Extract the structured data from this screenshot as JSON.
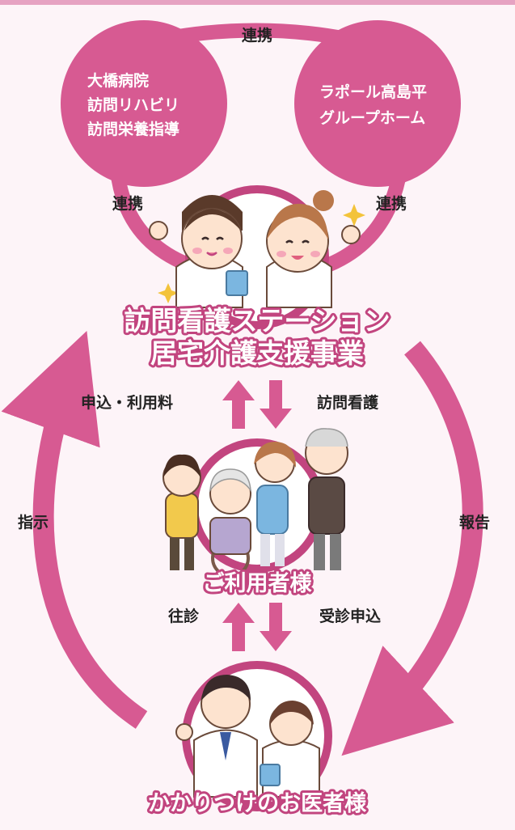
{
  "colors": {
    "primary": "#d75a92",
    "dark": "#c2457f",
    "background": "#fdf4f8",
    "sparkle": "#f3c33b"
  },
  "partners": {
    "hospital_lines": [
      "大橋病院",
      "訪問リハビリ",
      "訪問栄養指導"
    ],
    "grouphome_lines": [
      "ラポール高島平",
      "グループホーム"
    ]
  },
  "links": {
    "top": "連携",
    "left": "連携",
    "right": "連携"
  },
  "station": {
    "line1": "訪問看護ステーション",
    "line2": "居宅介護支援事業"
  },
  "flows": {
    "application_fee": "申込・利用料",
    "home_nursing": "訪問看護",
    "instruction": "指示",
    "report": "報告",
    "house_call": "往診",
    "consult_request": "受診申込"
  },
  "user": {
    "title": "ご利用者様"
  },
  "doctor": {
    "title": "かかりつけのお医者様"
  },
  "icons": [
    "nurse-duo-illustration",
    "family-group-illustration",
    "doctor-nurse-illustration",
    "sparkle-icon",
    "up-arrow-icon",
    "down-arrow-icon"
  ]
}
